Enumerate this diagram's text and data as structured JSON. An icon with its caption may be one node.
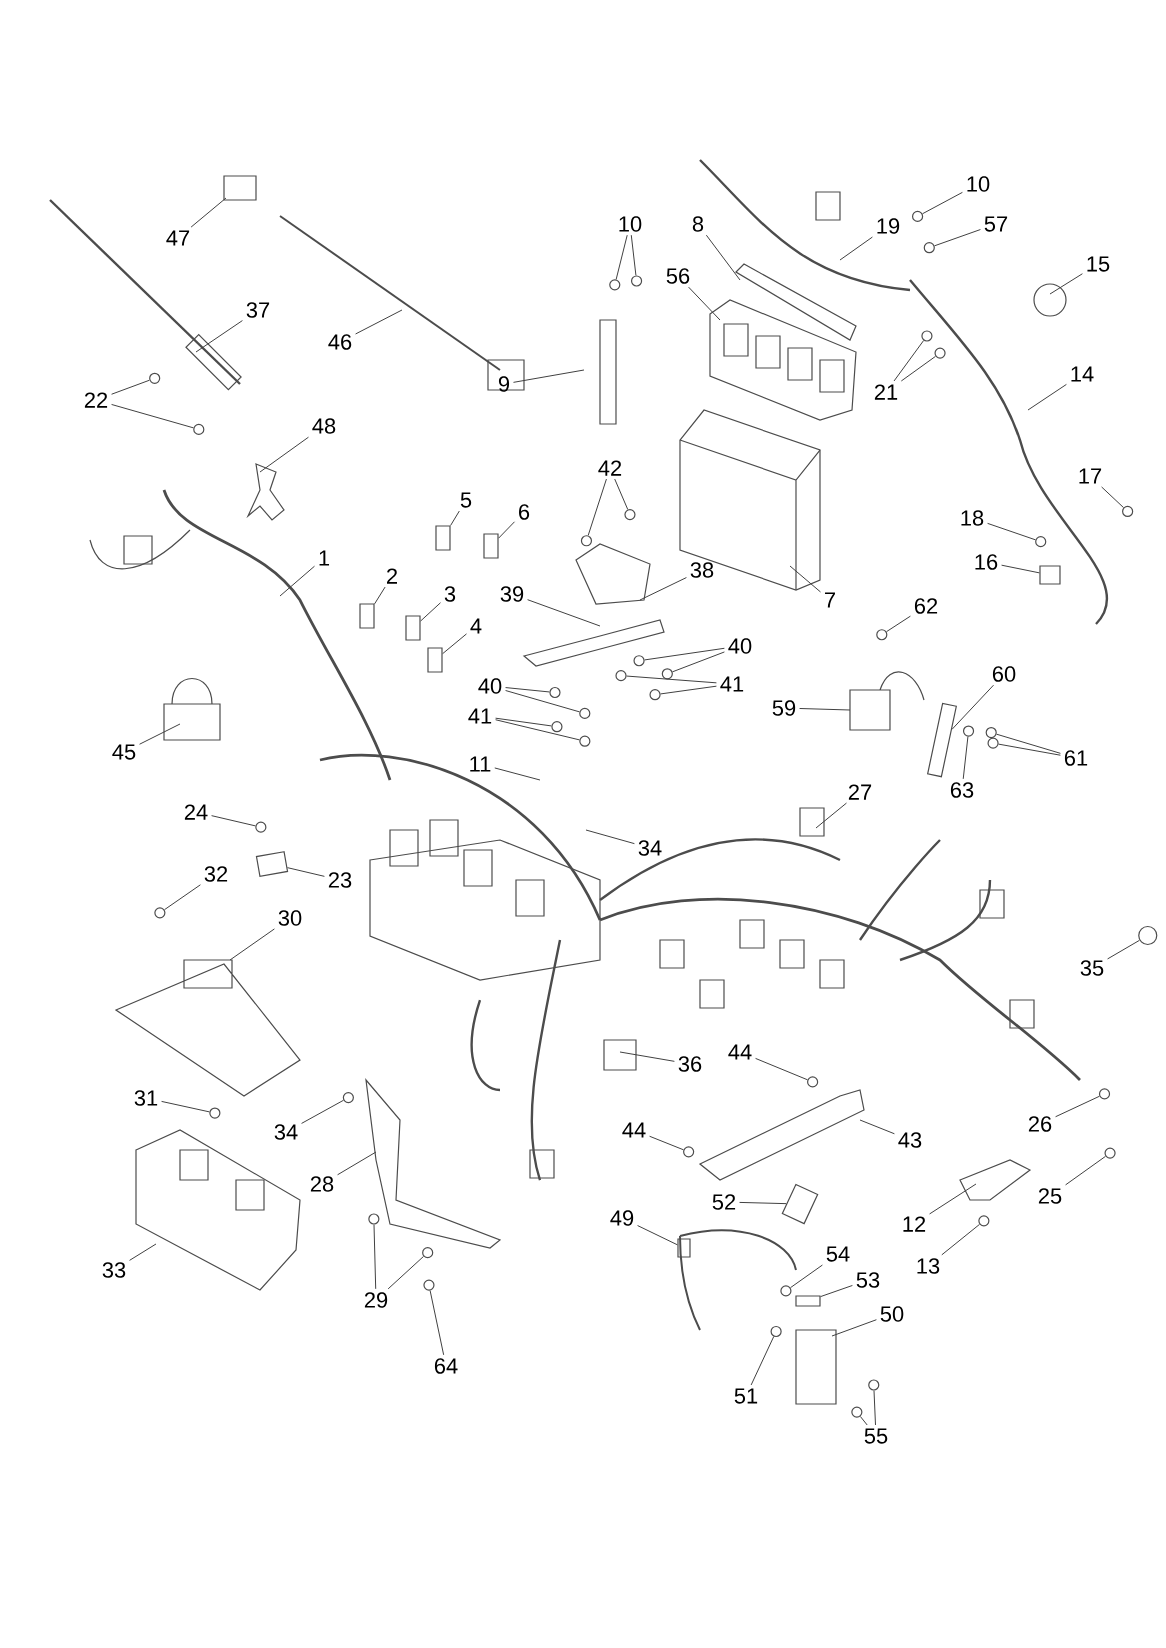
{
  "diagram": {
    "nodes": [
      {
        "text": [
          "47"
        ]
      },
      {
        "text": [
          "37"
        ]
      },
      {
        "text": [
          "46"
        ]
      },
      {
        "text": [
          "22"
        ]
      },
      {
        "text": [
          "48"
        ]
      },
      {
        "text": [
          "1"
        ]
      },
      {
        "text": [
          "5"
        ]
      },
      {
        "text": [
          "6"
        ]
      },
      {
        "text": [
          "2"
        ]
      },
      {
        "text": [
          "3"
        ]
      },
      {
        "text": [
          "4"
        ]
      },
      {
        "text": [
          "39"
        ]
      },
      {
        "text": [
          "40"
        ]
      },
      {
        "text": [
          "41"
        ]
      },
      {
        "text": [
          "11"
        ]
      },
      {
        "text": [
          "45"
        ]
      },
      {
        "text": [
          "9"
        ]
      },
      {
        "text": [
          "10"
        ]
      },
      {
        "text": [
          "8"
        ]
      },
      {
        "text": [
          "56"
        ]
      },
      {
        "text": [
          "10"
        ]
      },
      {
        "text": [
          "57"
        ]
      },
      {
        "text": [
          "19"
        ]
      },
      {
        "text": [
          "15"
        ]
      },
      {
        "text": [
          "14"
        ]
      },
      {
        "text": [
          "21"
        ]
      },
      {
        "text": [
          "42"
        ]
      },
      {
        "text": [
          "38"
        ]
      },
      {
        "text": [
          "7"
        ]
      },
      {
        "text": [
          "40"
        ]
      },
      {
        "text": [
          "41"
        ]
      },
      {
        "text": [
          "17"
        ]
      },
      {
        "text": [
          "18"
        ]
      },
      {
        "text": [
          "16"
        ]
      },
      {
        "text": [
          "62"
        ]
      },
      {
        "text": [
          "60"
        ]
      },
      {
        "text": [
          "59"
        ]
      },
      {
        "text": [
          "61"
        ]
      },
      {
        "text": [
          "63"
        ]
      },
      {
        "text": [
          "27"
        ]
      },
      {
        "text": [
          "34"
        ]
      },
      {
        "text": [
          "24"
        ]
      },
      {
        "text": [
          "23"
        ]
      },
      {
        "text": [
          "32"
        ]
      },
      {
        "text": [
          "30"
        ]
      },
      {
        "text": [
          "35"
        ]
      },
      {
        "text": [
          "36"
        ]
      },
      {
        "text": [
          "44"
        ]
      },
      {
        "text": [
          "44"
        ]
      },
      {
        "text": [
          "43"
        ]
      },
      {
        "text": [
          "26"
        ]
      },
      {
        "text": [
          "25"
        ]
      },
      {
        "text": [
          "12"
        ]
      },
      {
        "text": [
          "13"
        ]
      },
      {
        "text": [
          "52"
        ]
      },
      {
        "text": [
          "49"
        ]
      },
      {
        "text": [
          "54"
        ]
      },
      {
        "text": [
          "53"
        ]
      },
      {
        "text": [
          "50"
        ]
      },
      {
        "text": [
          "51"
        ]
      },
      {
        "text": [
          "55"
        ]
      },
      {
        "text": [
          "31"
        ]
      },
      {
        "text": [
          "34"
        ]
      },
      {
        "text": [
          "28"
        ]
      },
      {
        "text": [
          "33"
        ]
      },
      {
        "text": [
          "29"
        ]
      },
      {
        "text": [
          "64"
        ]
      },
      {
        "text": [],
        "shape": "circle"
      },
      {
        "text": [],
        "shape": "circle"
      },
      {
        "text": [],
        "shape": "circle"
      },
      {
        "text": [],
        "shape": "circle"
      },
      {
        "text": [],
        "shape": "circle"
      },
      {
        "text": [],
        "shape": "circle"
      },
      {
        "text": [],
        "shape": "circle"
      },
      {
        "text": [],
        "shape": "circle"
      },
      {
        "text": [],
        "shape": "circle"
      },
      {
        "text": [],
        "shape": "circle"
      },
      {
        "text": [],
        "shape": "circle"
      },
      {
        "text": [],
        "shape": "circle"
      },
      {
        "text": [],
        "shape": "circle"
      },
      {
        "text": [],
        "shape": "circle"
      },
      {
        "text": [],
        "shape": "circle"
      },
      {
        "text": [],
        "shape": "circle"
      },
      {
        "text": [],
        "shape": "circle"
      },
      {
        "text": [],
        "shape": "circle"
      },
      {
        "text": [],
        "shape": "circle"
      },
      {
        "text": [],
        "shape": "circle"
      },
      {
        "text": [],
        "shape": "circle"
      },
      {
        "text": [],
        "shape": "circle"
      },
      {
        "text": [],
        "shape": "circle"
      },
      {
        "text": [],
        "shape": "circle"
      },
      {
        "text": [],
        "shape": "circle"
      },
      {
        "text": [],
        "shape": "circle"
      },
      {
        "text": [],
        "shape": "circle"
      },
      {
        "text": [],
        "shape": "circle"
      },
      {
        "text": [],
        "shape": "circle"
      },
      {
        "text": [],
        "shape": "circle"
      },
      {
        "text": [],
        "shape": "circle"
      },
      {
        "text": [],
        "shape": "circle"
      },
      {
        "text": [],
        "shape": "circle"
      },
      {
        "text": [],
        "shape": "circle"
      },
      {
        "text": [],
        "shape": "circle"
      },
      {
        "text": [],
        "shape": "circle"
      },
      {
        "text": [],
        "shape": "circle"
      },
      {
        "text": [],
        "shape": "circle"
      },
      {
        "text": [],
        "shape": "circle"
      },
      {
        "text": [],
        "shape": "circle"
      },
      {
        "text": [],
        "shape": "circle"
      },
      {
        "text": [],
        "shape": "box"
      },
      {
        "text": [],
        "shape": "box"
      },
      {
        "text": [],
        "shape": "box"
      },
      {
        "text": [],
        "shape": "box"
      },
      {
        "text": [],
        "shape": "box"
      },
      {
        "text": [],
        "shape": "box"
      },
      {
        "text": [],
        "shape": "box"
      },
      {
        "text": [],
        "shape": "box"
      },
      {
        "text": [],
        "shape": "box"
      },
      {
        "text": [],
        "shape": "box"
      },
      {
        "text": [],
        "shape": "box"
      }
    ],
    "edges": [
      {
        "from": 0,
        "to": null,
        "arrow": "none"
      },
      {
        "from": 1,
        "to": null,
        "arrow": "none"
      },
      {
        "from": 2,
        "to": null,
        "arrow": "none"
      },
      {
        "from": 3,
        "to": 67,
        "arrow": "none"
      },
      {
        "from": 3,
        "to": 68,
        "arrow": "none"
      },
      {
        "from": 4,
        "to": null,
        "arrow": "none"
      },
      {
        "from": 5,
        "to": null,
        "arrow": "none"
      },
      {
        "from": 6,
        "to": 108,
        "arrow": "none"
      },
      {
        "from": 7,
        "to": 109,
        "arrow": "none"
      },
      {
        "from": 8,
        "to": 110,
        "arrow": "none"
      },
      {
        "from": 9,
        "to": 111,
        "arrow": "none"
      },
      {
        "from": 10,
        "to": 112,
        "arrow": "none"
      },
      {
        "from": 11,
        "to": null,
        "arrow": "none"
      },
      {
        "from": 12,
        "to": 69,
        "arrow": "none"
      },
      {
        "from": 12,
        "to": 70,
        "arrow": "none"
      },
      {
        "from": 13,
        "to": 71,
        "arrow": "none"
      },
      {
        "from": 13,
        "to": 72,
        "arrow": "none"
      },
      {
        "from": 14,
        "to": null,
        "arrow": "none"
      },
      {
        "from": 15,
        "to": null,
        "arrow": "none"
      },
      {
        "from": 16,
        "to": null,
        "arrow": "none"
      },
      {
        "from": 17,
        "to": 73,
        "arrow": "none"
      },
      {
        "from": 17,
        "to": 74,
        "arrow": "none"
      },
      {
        "from": 18,
        "to": null,
        "arrow": "none"
      },
      {
        "from": 19,
        "to": null,
        "arrow": "none"
      },
      {
        "from": 20,
        "to": 75,
        "arrow": "none"
      },
      {
        "from": 21,
        "to": 76,
        "arrow": "none"
      },
      {
        "from": 22,
        "to": null,
        "arrow": "none"
      },
      {
        "from": 23,
        "to": null,
        "arrow": "none"
      },
      {
        "from": 24,
        "to": null,
        "arrow": "none"
      },
      {
        "from": 25,
        "to": 77,
        "arrow": "none"
      },
      {
        "from": 25,
        "to": 78,
        "arrow": "none"
      },
      {
        "from": 26,
        "to": 79,
        "arrow": "none"
      },
      {
        "from": 26,
        "to": 80,
        "arrow": "none"
      },
      {
        "from": 27,
        "to": null,
        "arrow": "none"
      },
      {
        "from": 28,
        "to": null,
        "arrow": "none"
      },
      {
        "from": 29,
        "to": 81,
        "arrow": "none"
      },
      {
        "from": 29,
        "to": 82,
        "arrow": "none"
      },
      {
        "from": 30,
        "to": 83,
        "arrow": "none"
      },
      {
        "from": 30,
        "to": 84,
        "arrow": "none"
      },
      {
        "from": 31,
        "to": 85,
        "arrow": "none"
      },
      {
        "from": 32,
        "to": 86,
        "arrow": "none"
      },
      {
        "from": 33,
        "to": 113,
        "arrow": "none"
      },
      {
        "from": 34,
        "to": 87,
        "arrow": "none"
      },
      {
        "from": 35,
        "to": 114,
        "arrow": "none"
      },
      {
        "from": 36,
        "to": null,
        "arrow": "none"
      },
      {
        "from": 37,
        "to": 88,
        "arrow": "none"
      },
      {
        "from": 37,
        "to": 89,
        "arrow": "none"
      },
      {
        "from": 38,
        "to": 90,
        "arrow": "none"
      },
      {
        "from": 39,
        "to": null,
        "arrow": "none"
      },
      {
        "from": 40,
        "to": null,
        "arrow": "none"
      },
      {
        "from": 41,
        "to": 91,
        "arrow": "none"
      },
      {
        "from": 42,
        "to": 115,
        "arrow": "none"
      },
      {
        "from": 43,
        "to": 92,
        "arrow": "none"
      },
      {
        "from": 44,
        "to": null,
        "arrow": "none"
      },
      {
        "from": 45,
        "to": 93,
        "arrow": "none"
      },
      {
        "from": 46,
        "to": null,
        "arrow": "none"
      },
      {
        "from": 47,
        "to": 94,
        "arrow": "none"
      },
      {
        "from": 48,
        "to": 95,
        "arrow": "none"
      },
      {
        "from": 49,
        "to": null,
        "arrow": "none"
      },
      {
        "from": 50,
        "to": 96,
        "arrow": "none"
      },
      {
        "from": 51,
        "to": 97,
        "arrow": "none"
      },
      {
        "from": 52,
        "to": null,
        "arrow": "none"
      },
      {
        "from": 53,
        "to": 98,
        "arrow": "none"
      },
      {
        "from": 54,
        "to": 116,
        "arrow": "none"
      },
      {
        "from": 55,
        "to": 117,
        "arrow": "none"
      },
      {
        "from": 56,
        "to": 99,
        "arrow": "none"
      },
      {
        "from": 57,
        "to": 118,
        "arrow": "none"
      },
      {
        "from": 58,
        "to": null,
        "arrow": "none"
      },
      {
        "from": 59,
        "to": 100,
        "arrow": "none"
      },
      {
        "from": 60,
        "to": 101,
        "arrow": "none"
      },
      {
        "from": 60,
        "to": 102,
        "arrow": "none"
      },
      {
        "from": 61,
        "to": 103,
        "arrow": "none"
      },
      {
        "from": 62,
        "to": 104,
        "arrow": "none"
      },
      {
        "from": 63,
        "to": null,
        "arrow": "none"
      },
      {
        "from": 64,
        "to": null,
        "arrow": "none"
      },
      {
        "from": 65,
        "to": 105,
        "arrow": "none"
      },
      {
        "from": 65,
        "to": 106,
        "arrow": "none"
      },
      {
        "from": 66,
        "to": 107,
        "arrow": "none"
      }
    ]
  }
}
